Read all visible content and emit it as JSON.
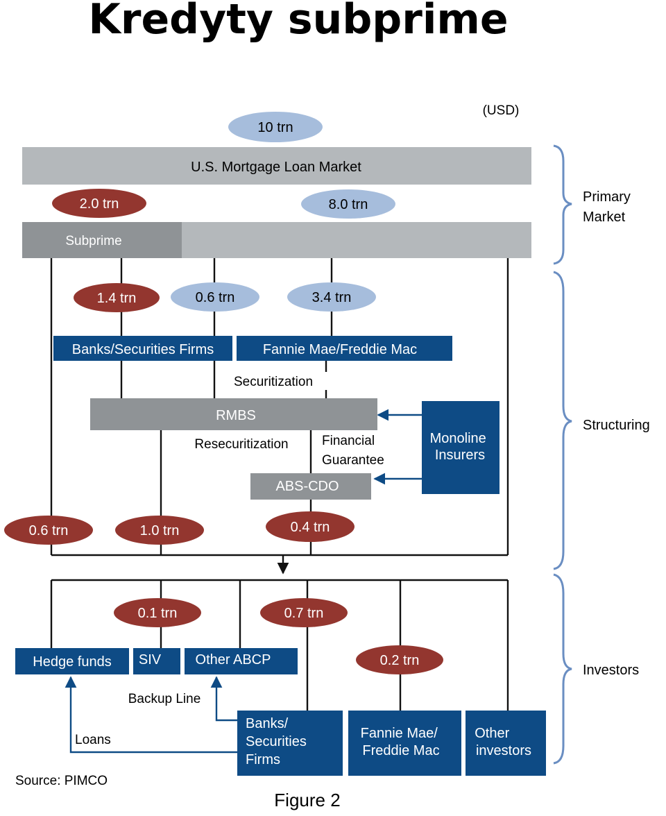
{
  "title": "Kredyty subprime",
  "currency": "(USD)",
  "colors": {
    "navy": "#0e4b85",
    "gray_bar": "#b4b8bb",
    "gray_dark": "#8f9396",
    "ellipse_red": "#93362f",
    "ellipse_blue": "#a6bddc",
    "line": "#111111",
    "bracket": "#6a8ec2"
  },
  "ellipses": {
    "total": "10 trn",
    "subprime": "2.0 trn",
    "prime": "8.0 trn",
    "banks_in": "1.4 trn",
    "gse_from_subprime": "0.6 trn",
    "gse_from_prime": "3.4 trn",
    "direct_out": "0.6 trn",
    "resec_out": "1.0 trn",
    "cdo_out": "0.4 trn",
    "siv": "0.1 trn",
    "banks_out": "0.7 trn",
    "gse_out": "0.2 trn"
  },
  "bars": {
    "market": "U.S. Mortgage Loan Market",
    "subprime": "Subprime",
    "rmbs": "RMBS",
    "abs_cdo": "ABS-CDO"
  },
  "boxes": {
    "banks": "Banks/Securities Firms",
    "fannie": "Fannie Mae/Freddie Mac",
    "monoline": [
      "Monoline",
      "Insurers"
    ],
    "hedge": "Hedge funds",
    "siv": "SIV",
    "abcp": "Other ABCP",
    "banks_inv": [
      "Banks/",
      "Securities",
      "Firms"
    ],
    "fannie_inv": [
      "Fannie Mae/",
      "Freddie Mac"
    ],
    "other_inv": [
      "Other",
      "investors"
    ]
  },
  "labels": {
    "securitization": "Securitization",
    "resecuritization": "Resecuritization",
    "fin_guarantee": [
      "Financial",
      "Guarantee"
    ],
    "backup": "Backup Line",
    "loans": "Loans"
  },
  "sections": {
    "primary": [
      "Primary",
      "Market"
    ],
    "structuring": "Structuring",
    "investors": "Investors"
  },
  "source": "Source: PIMCO",
  "figure": "Figure 2"
}
